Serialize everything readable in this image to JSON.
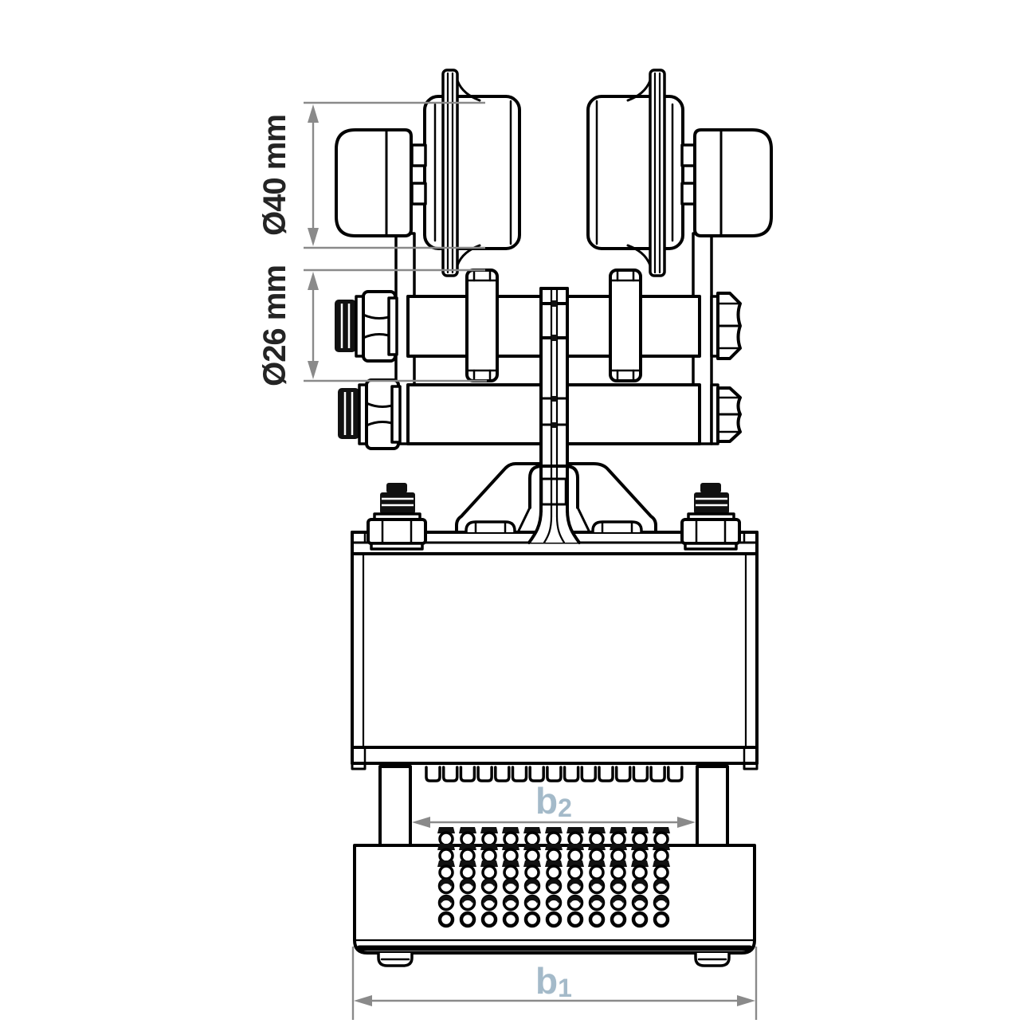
{
  "page": {
    "background_color": "#ffffff"
  },
  "drawing": {
    "subject": "cable-trolley-technical-drawing-front-view",
    "line_color": "#000000",
    "dimension_line_color": "#8a8a8a",
    "labels": {
      "dia40": {
        "text": "Ø40 mm",
        "color": "#242424"
      },
      "dia26": {
        "text": "Ø26 mm",
        "color": "#242424"
      },
      "b2": {
        "base": "b",
        "sub": "2",
        "color": "#a4bac9"
      },
      "b1": {
        "base": "b",
        "sub": "1",
        "color": "#a4bac9"
      }
    },
    "patterns": {
      "stud_columns": 11,
      "stud_rows": 6,
      "serration_tabs": 15
    }
  }
}
